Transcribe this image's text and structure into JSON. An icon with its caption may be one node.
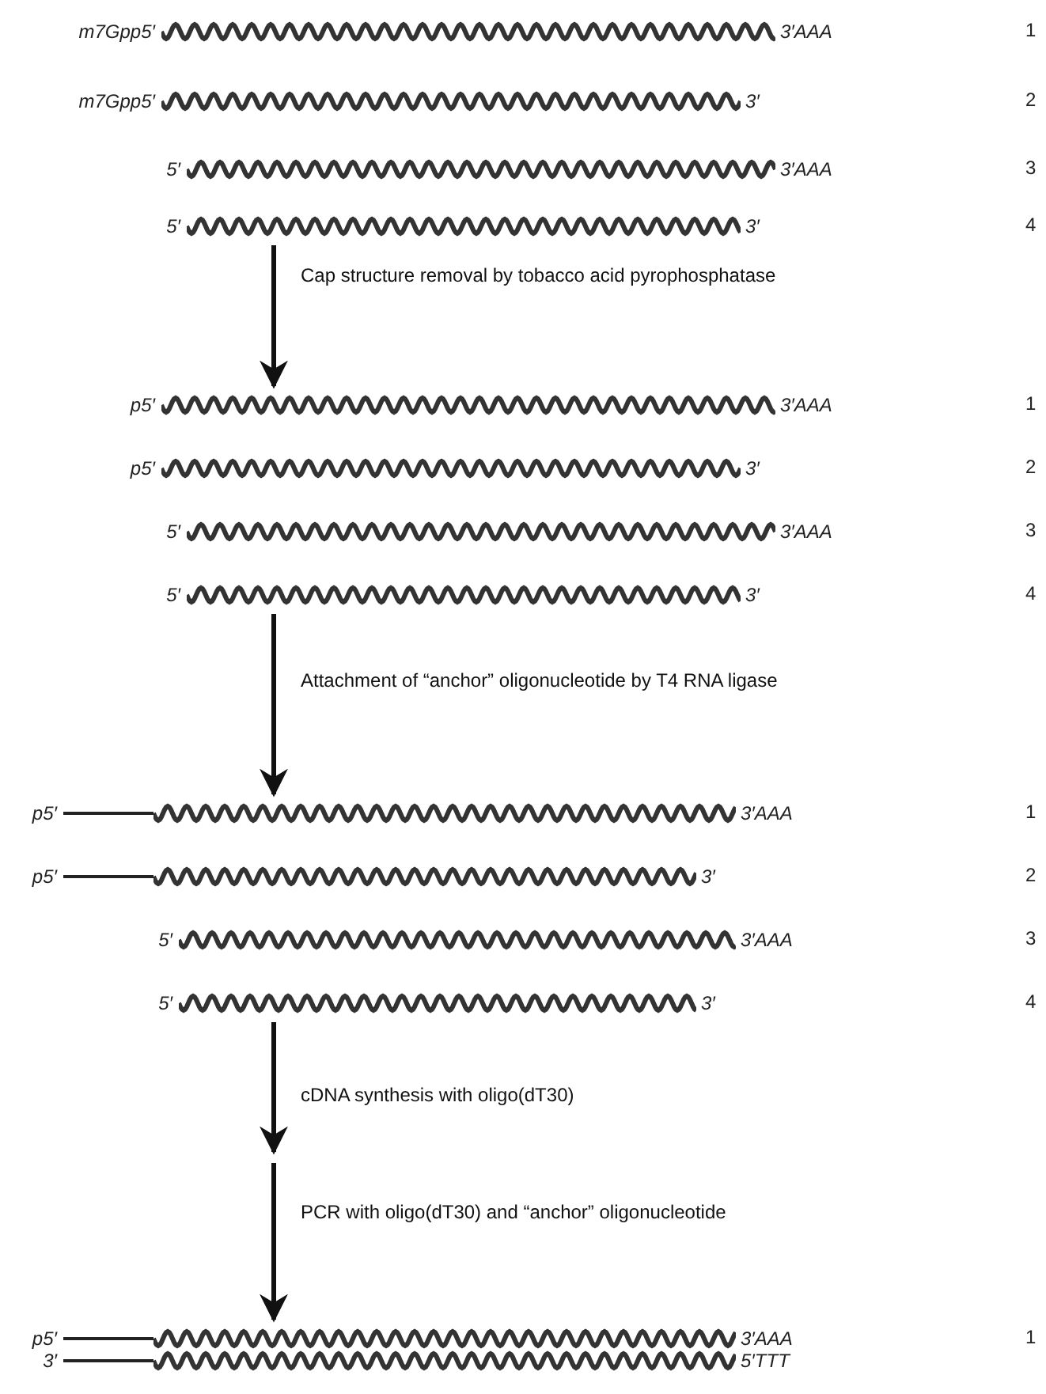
{
  "diagram": {
    "nodes": [
      {
        "text": [
          "m7Gpp5′",
          "3′AAA"
        ]
      },
      {
        "text": [
          "m7Gpp5′",
          "3′"
        ]
      },
      {
        "text": [
          "5′",
          "3′AAA"
        ]
      },
      {
        "text": [
          "5′",
          "3′"
        ]
      },
      {
        "text": [
          "p5′",
          "3′AAA"
        ]
      },
      {
        "text": [
          "p5′",
          "3′"
        ]
      },
      {
        "text": [
          "5′",
          "3′AAA"
        ]
      },
      {
        "text": [
          "5′",
          "3′"
        ]
      },
      {
        "text": [
          "p5′",
          "3′AAA"
        ]
      },
      {
        "text": [
          "p5′",
          "3′"
        ]
      },
      {
        "text": [
          "5′",
          "3′AAA"
        ]
      },
      {
        "text": [
          "5′",
          "3′"
        ]
      },
      {
        "text": [
          "p5′",
          "3′AAA"
        ]
      },
      {
        "text": [
          "3′",
          "5′TTT"
        ]
      }
    ],
    "edges": [
      {
        "from": 3,
        "to": 4,
        "arrow": "to",
        "label": "Cap structure removal by tobacco acid pyrophosphatase"
      },
      {
        "from": 7,
        "to": 8,
        "arrow": "to",
        "label": "Attachment of “anchor” oligonucleotide by T4 RNA ligase"
      },
      {
        "from": 11,
        "to": null,
        "arrow": "to",
        "label": "cDNA synthesis with oligo(dT30)"
      },
      {
        "from": null,
        "to": 12,
        "arrow": "to",
        "label": "PCR with oligo(dT30) and “anchor” oligonucleotide"
      }
    ],
    "labels": [
      "1",
      "2",
      "3",
      "4",
      "1",
      "2",
      "3",
      "4",
      "1",
      "2",
      "3",
      "4",
      "1"
    ]
  }
}
